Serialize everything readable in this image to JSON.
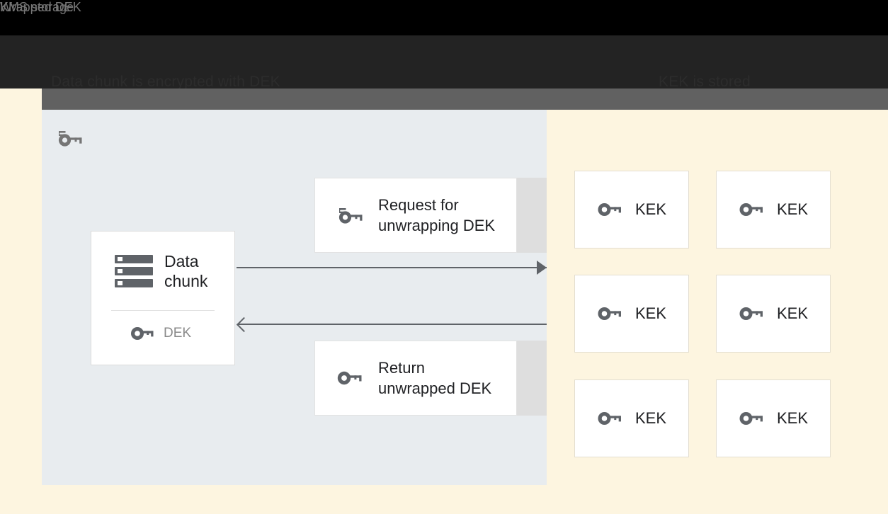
{
  "diagram": {
    "title_caption_left": "Data chunk is encrypted with DEK\nand is stored with wrapped DEK",
    "title_caption_right": "KEK is stored\nin a separate service",
    "data_panel": {
      "label": "Wrapped DEK",
      "icon": "wrapped-key-icon",
      "background": "#e8ecef",
      "chunk_card": {
        "icon": "storage-chunk-icon",
        "label": "Data\nchunk",
        "key_icon": "key-icon",
        "key_label": "DEK"
      },
      "messages": [
        {
          "icon": "wrapped-key-icon",
          "label": "Request for\nunwrapping DEK",
          "direction": "right"
        },
        {
          "icon": "key-icon",
          "label": "Return\nunwrapped DEK",
          "direction": "left"
        }
      ]
    },
    "kms_panel": {
      "label": "KMS storage",
      "background": "#fdf5e0",
      "keys": [
        {
          "icon": "key-icon",
          "label": "KEK"
        },
        {
          "icon": "key-icon",
          "label": "KEK"
        },
        {
          "icon": "key-icon",
          "label": "KEK"
        },
        {
          "icon": "key-icon",
          "label": "KEK"
        },
        {
          "icon": "key-icon",
          "label": "KEK"
        },
        {
          "icon": "key-icon",
          "label": "KEK"
        }
      ]
    },
    "colors": {
      "panel_gray": "#e8ecef",
      "panel_cream": "#fdf5e0",
      "arrow": "#5f6368",
      "icon_gray": "#5f6368",
      "label_gray": "#757575",
      "text_dark": "#202124",
      "strip_gray": "#dedede"
    }
  }
}
